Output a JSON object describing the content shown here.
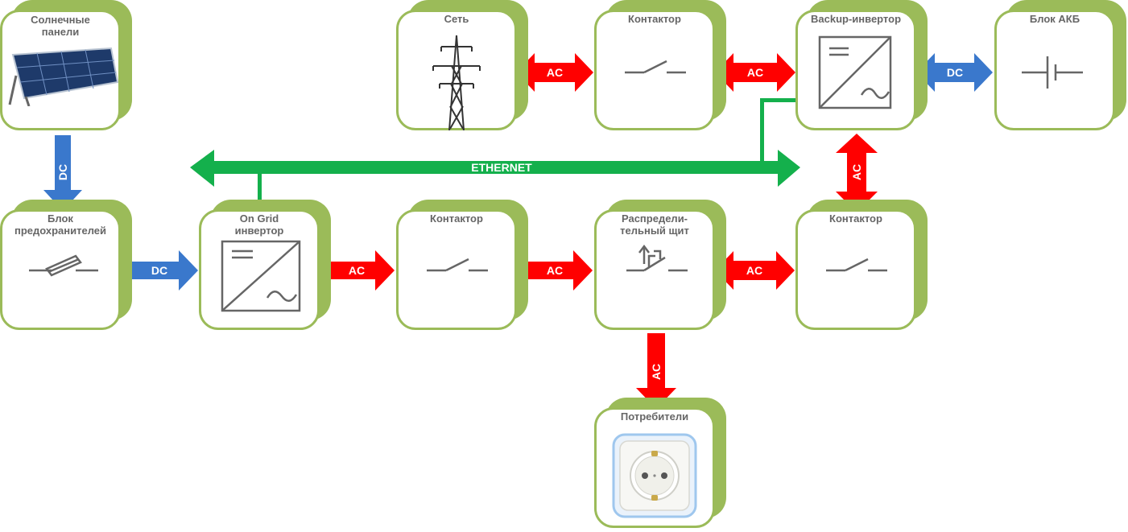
{
  "nodes": {
    "solar": {
      "label": "Солнечные\nпанели"
    },
    "grid": {
      "label": "Сеть"
    },
    "contactor_top": {
      "label": "Контактор"
    },
    "backup_inverter": {
      "label": "Backup-инвертор"
    },
    "battery": {
      "label": "Блок АКБ"
    },
    "fuse_block": {
      "label": "Блок\nпредохранителей"
    },
    "ongrid_inverter": {
      "label": "On Grid\nинвертор"
    },
    "contactor_mid": {
      "label": "Контактор"
    },
    "distribution_board": {
      "label": "Распредели-\nтельный щит"
    },
    "contactor_right": {
      "label": "Контактор"
    },
    "consumers": {
      "label": "Потребители"
    }
  },
  "connections": {
    "grid_contactor": "AC",
    "contactor_backup": "AC",
    "backup_battery": "DC",
    "solar_fuse": "DC",
    "fuse_inverter": "DC",
    "inverter_contactor": "AC",
    "contactor_board": "AC",
    "board_contactor": "AC",
    "backup_contactor": "AC",
    "board_consumers": "AC",
    "network": "ETHERNET"
  },
  "colors": {
    "ac": "#ff0000",
    "dc": "#3a78cc",
    "ethernet": "#14b04c",
    "box": "#9bbb59",
    "label": "#666666"
  }
}
